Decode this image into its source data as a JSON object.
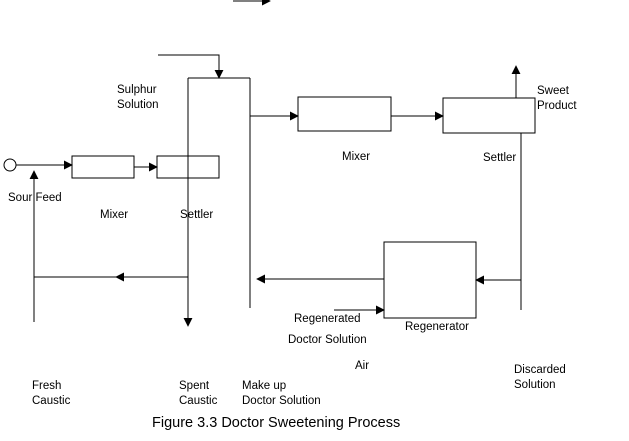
{
  "caption": "Figure 3.3 Doctor Sweetening Process",
  "labels": {
    "sulphur_solution": [
      "Sulphur",
      "Solution"
    ],
    "sour_feed": "Sour Feed",
    "mixer_1": "Mixer",
    "settler_1": "Settler",
    "mixer_2": "Mixer",
    "settler_2": "Settler",
    "sweet_product": [
      "Sweet",
      "Product"
    ],
    "regenerated_doctor_solution": [
      "Regenerated",
      "Doctor Solution"
    ],
    "regenerator": "Regenerator",
    "air": "Air",
    "fresh_caustic": [
      "Fresh",
      "Caustic"
    ],
    "spent_caustic": [
      "Spent",
      "Caustic"
    ],
    "make_up_doctor_solution": [
      "Make up",
      "Doctor Solution"
    ],
    "discarded_solution": [
      "Discarded",
      "Solution"
    ]
  }
}
